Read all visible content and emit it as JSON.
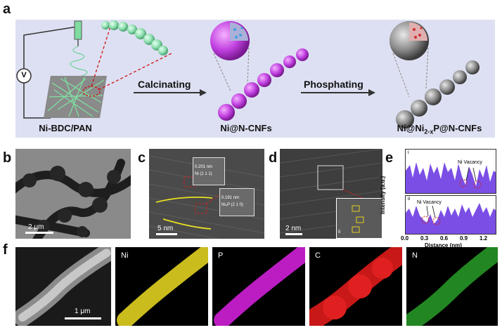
{
  "panels": {
    "a": "a",
    "b": "b",
    "c": "c",
    "d": "d",
    "e": "e",
    "f": "f"
  },
  "scheme": {
    "voltage_symbol": "V",
    "step1": "Calcinating",
    "step2": "Phosphating",
    "label1": "Ni-BDC/PAN",
    "label2": "Ni@N-CNFs",
    "label3_main": "Ni@Ni",
    "label3_sub": "2-x",
    "label3_tail": "P@N-CNFs"
  },
  "tem_b": {
    "scale": "2 μm"
  },
  "tem_c": {
    "scale": "5 nm",
    "inset1_line1": "0.201 nm",
    "inset1_line2": "Ni (1 1 1)",
    "inset2_line1": "0.191 nm",
    "inset2_line2": "Ni₂P (2 1 0)"
  },
  "tem_d": {
    "scale": "2 nm",
    "inset_tag": "ii"
  },
  "profile": {
    "ylabel": "Intensity (a.u.)",
    "xlabel": "Distance (nm)",
    "ticks": [
      "0.0",
      "0.3",
      "0.6",
      "0.9",
      "1.2"
    ],
    "top_tag": "i",
    "bottom_tag": "ii",
    "vacancy_label": "Ni Vacancy",
    "colors": {
      "fill": "#7b4fe6"
    }
  },
  "maps": {
    "scale": "1 μm",
    "items": [
      "Ni",
      "P",
      "C",
      "N"
    ],
    "colors": {
      "Ni": "#e0d020",
      "P": "#d020d8",
      "C": "#e02020",
      "N": "#30c030"
    }
  }
}
